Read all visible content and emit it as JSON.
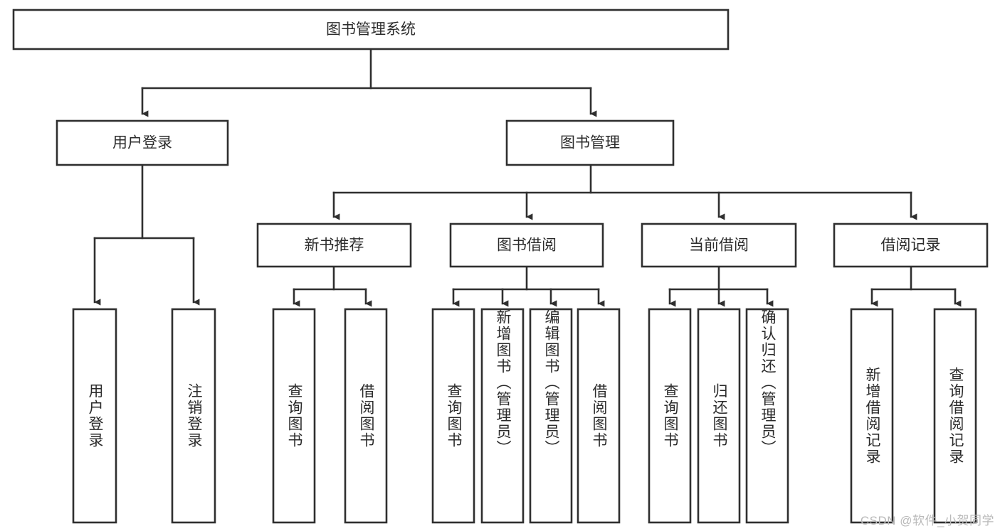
{
  "diagram": {
    "title": "图书管理系统",
    "type": "tree",
    "orientation": "top-down",
    "colors": {
      "box_stroke": "#2f2f2f",
      "box_fill": "#ffffff",
      "connector": "#2f2f2f",
      "text": "#2b2b2b",
      "watermark": "#b9b9b9",
      "background": "#ffffff"
    },
    "root": {
      "label": "图书管理系统"
    },
    "level1": [
      {
        "id": "user-login",
        "label": "用户登录"
      },
      {
        "id": "book-manage",
        "label": "图书管理"
      }
    ],
    "level2": [
      {
        "id": "new-book-recommend",
        "label": "新书推荐",
        "parent": "book-manage"
      },
      {
        "id": "book-borrow",
        "label": "图书借阅",
        "parent": "book-manage"
      },
      {
        "id": "current-borrow",
        "label": "当前借阅",
        "parent": "book-manage"
      },
      {
        "id": "borrow-record",
        "label": "借阅记录",
        "parent": "book-manage"
      }
    ],
    "leaves": [
      {
        "id": "leaf-user-login",
        "label": "用户登录",
        "parent": "user-login"
      },
      {
        "id": "leaf-user-logout",
        "label": "注销登录",
        "parent": "user-login"
      },
      {
        "id": "leaf-query-book-nbr",
        "label": "查询图书",
        "parent": "new-book-recommend"
      },
      {
        "id": "leaf-borrow-book-nbr",
        "label": "借阅图书",
        "parent": "new-book-recommend"
      },
      {
        "id": "leaf-query-book-bb",
        "label": "查询图书",
        "parent": "book-borrow"
      },
      {
        "id": "leaf-add-book",
        "label": "新增图书（管理员）",
        "parent": "book-borrow"
      },
      {
        "id": "leaf-edit-book",
        "label": "编辑图书（管理员）",
        "parent": "book-borrow"
      },
      {
        "id": "leaf-borrow-book-bb",
        "label": "借阅图书",
        "parent": "book-borrow"
      },
      {
        "id": "leaf-query-book-cb",
        "label": "查询图书",
        "parent": "current-borrow"
      },
      {
        "id": "leaf-return-book",
        "label": "归还图书",
        "parent": "current-borrow"
      },
      {
        "id": "leaf-confirm-return",
        "label": "确认归还（管理员）",
        "parent": "current-borrow"
      },
      {
        "id": "leaf-add-record",
        "label": "新增借阅记录",
        "parent": "borrow-record"
      },
      {
        "id": "leaf-query-record",
        "label": "查询借阅记录",
        "parent": "borrow-record"
      }
    ]
  },
  "watermark": {
    "text": "CSDN @软件_小贺同学"
  }
}
